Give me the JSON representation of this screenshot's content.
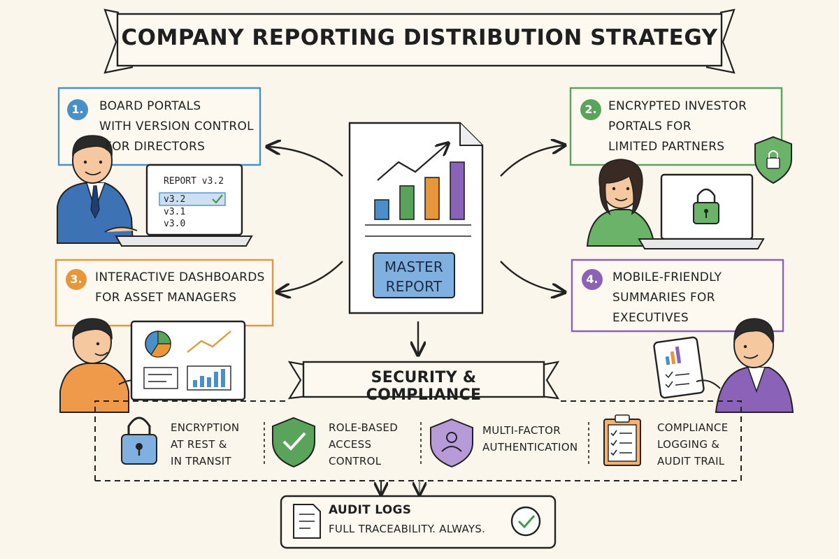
{
  "title": "COMPANY REPORTING DISTRIBUTION STRATEGY",
  "channels": [
    {
      "number": "1.",
      "lines": [
        "BOARD PORTALS",
        "WITH VERSION CONTROL",
        "FOR DIRECTORS"
      ],
      "color": "#4a90c8"
    },
    {
      "number": "2.",
      "lines": [
        "ENCRYPTED INVESTOR",
        "PORTALS FOR",
        "LIMITED PARTNERS"
      ],
      "color": "#5aa35a"
    },
    {
      "number": "3.",
      "lines": [
        "INTERACTIVE DASHBOARDS",
        "FOR ASSET MANAGERS"
      ],
      "color": "#e8963a"
    },
    {
      "number": "4.",
      "lines": [
        "MOBILE-FRIENDLY",
        "SUMMARIES FOR",
        "EXECUTIVES"
      ],
      "color": "#8a63b8"
    }
  ],
  "versions": {
    "header": "REPORT v3.2",
    "items": [
      "v3.2",
      "v3.1",
      "v3.0"
    ]
  },
  "master_report": {
    "lines": [
      "MASTER",
      "REPORT"
    ]
  },
  "security": {
    "title": "SECURITY & COMPLIANCE",
    "items": [
      {
        "lines": [
          "ENCRYPTION",
          "AT REST &",
          "IN TRANSIT"
        ],
        "icon": "padlock-icon"
      },
      {
        "lines": [
          "ROLE-BASED",
          "ACCESS",
          "CONTROL"
        ],
        "icon": "shield-check-icon"
      },
      {
        "lines": [
          "MULTI-FACTOR",
          "AUTHENTICATION"
        ],
        "icon": "user-shield-icon"
      },
      {
        "lines": [
          "COMPLIANCE",
          "LOGGING &",
          "AUDIT TRAIL"
        ],
        "icon": "clipboard-checklist-icon"
      }
    ]
  },
  "audit": {
    "title": "AUDIT LOGS",
    "subtitle": "FULL TRACEABILITY. ALWAYS."
  },
  "colors": {
    "blue": "#4a90c8",
    "green": "#5aa35a",
    "orange": "#e8963a",
    "purple": "#8a63b8",
    "ink": "#222222",
    "paper": "#fbf6ec"
  }
}
